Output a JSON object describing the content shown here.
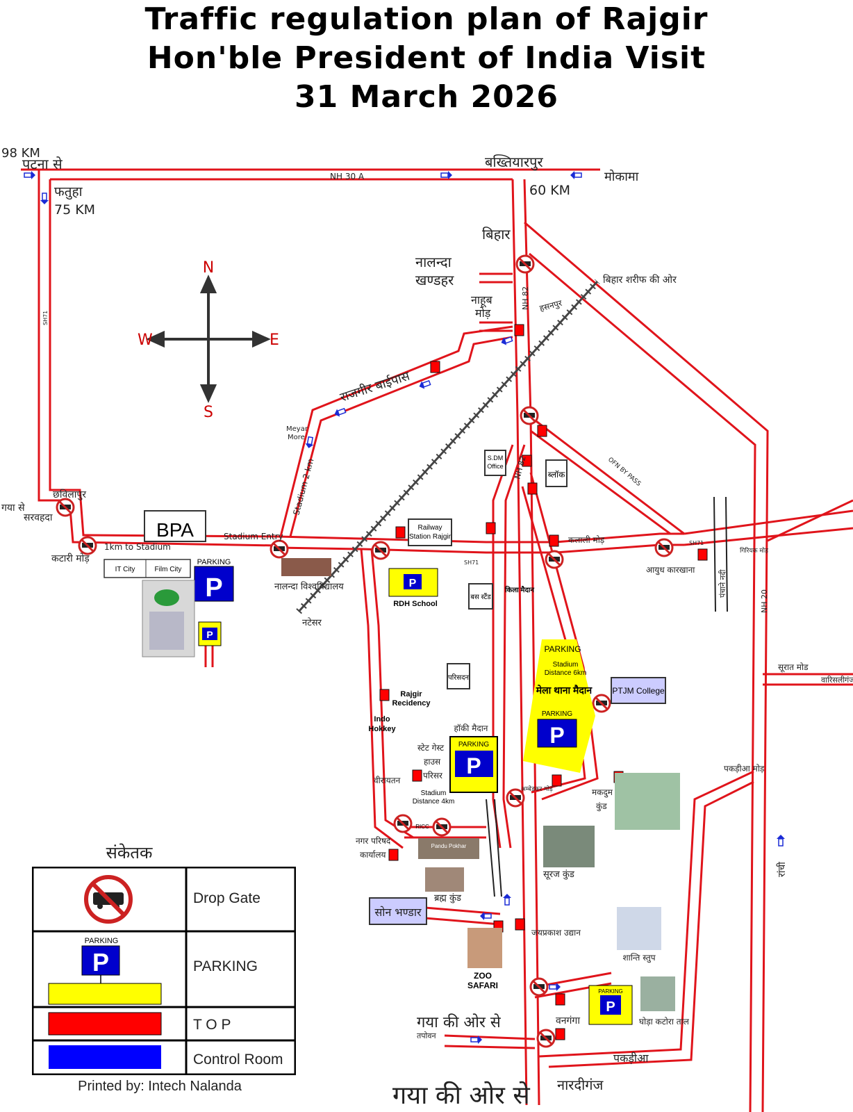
{
  "title": {
    "line1": "Traffic regulation plan of Rajgir",
    "line2": "Hon'ble President of India Visit",
    "line3": "31 March 2026"
  },
  "colors": {
    "road": "#e0141b",
    "top": "#ff0000",
    "control_room": "#0000ff",
    "parking_yellow": "#ffff00",
    "parking_blue": "#0000cc",
    "label_box": "#ccccff",
    "compass": "#cc0000"
  },
  "compass": {
    "north": "N",
    "south": "S",
    "east": "E",
    "west": "W"
  },
  "labels": {
    "km98": "98 KM",
    "patna": "पटना से",
    "nh30a": "NH 30 A",
    "bakhtiyarpur": "बख्तियारपुर",
    "mokama": "मोकामा",
    "fatuha": "फतुहा",
    "km75": "75 KM",
    "km60": "60 KM",
    "bihar": "बिहार",
    "nalanda": "नालन्दा",
    "khandahar": "खण्डहर",
    "nahub": "नाहूब",
    "mod": "मोड़",
    "nh82": "NH 82",
    "hasanpur": "हसनपुर",
    "biharsharif": "बिहार शरीफ की ओर",
    "rajgir_bypass": "राजगीर बाईपास",
    "sh71_left": "SH71",
    "meyar": "Meyar",
    "more": "More",
    "stadium2km": "Stadium 2 km",
    "stadium_entry": "Stadium Entry",
    "chhabilapur": "छविलापुर",
    "gaya_se": "गया से",
    "sarwahada": "सरवहदा",
    "katari": "कटारी मोड़",
    "km1": "1km to Stadium",
    "bpa": "BPA",
    "it_city": "IT City",
    "film_city": "Film City",
    "parking_word": "PARKING",
    "p": "P",
    "nalanda_univ": "नालन्दा विश्वविद्यालय",
    "natesar": "नटेसर",
    "railway1": "Railway",
    "railway2": "Station Rajgir",
    "sdm1": "S.DM",
    "sdm2": "Office",
    "nh82b": "NH 82",
    "block": "ब्लॉक",
    "ofn": "OFN BY PASS",
    "kalali": "कलाली मोड़",
    "sh71": "SH71",
    "sh71b": "SH71",
    "aayudh": "आयुध कारखाना",
    "giriyak": "गिरियक मोड़",
    "panchane": "पंचाने नदी",
    "nh20": "NH 20",
    "rdh": "RDH School",
    "bus_stand": "बस स्टैंड",
    "kila": "किला मैदान",
    "parisdan": "परिसदन",
    "parking_stadium": "PARKING",
    "stadium_dist6": "Stadium",
    "dist6": "Distance 6km",
    "mela": "मेला थाना मैदान",
    "ptjm": "PTJM College",
    "surat": "सूरात मोड",
    "varisaliganj": "वारिसलीगंज",
    "rajgir_res1": "Rajgir",
    "rajgir_res2": "Recidency",
    "indo1": "Indo",
    "indo2": "Hokkey",
    "hockey": "हॉकी मैदान",
    "state1": "स्टेट गेस्ट",
    "state2": "हाउस",
    "parisar": "परिसर",
    "veerayatan": "वीरायतन",
    "stadium4_1": "Stadium",
    "stadium4_2": "Distance 4km",
    "ricc": "RICC",
    "ambedkar": "अम्बेडकर मोड़",
    "makdum1": "मकदुम",
    "makdum2": "कुंड",
    "pakdiya_mod": "पकड़ीआ मोड़",
    "ranchi": "रांची",
    "nagar1": "नगर परिषद",
    "nagar2": "कार्यालय",
    "pandu": "Pandu Pokhar",
    "suraj": "सूरज कुंड",
    "brahm": "ब्रह्म कुंड",
    "son": "सोन भण्डार",
    "jayprakash": "जयप्रकाश उद्यान",
    "shanti": "शान्ति स्तुप",
    "zoo1": "ZOO",
    "zoo2": "SAFARI",
    "vanganga": "वनगंगा",
    "ghoda": "घोड़ा कटोरा ताल",
    "gaya_or": "गया की ओर से",
    "tapovan": "तपोवन",
    "pakdiya": "पकड़ीआ",
    "gaya_big": "गया की ओर से",
    "nardiganj": "नारदीगंज"
  },
  "legend": {
    "title": "संकेतक",
    "drop_gate": "Drop Gate",
    "parking": "PARKING",
    "parking_small": "PARKING",
    "p": "P",
    "top": "T O P",
    "control_room": "Control Room"
  },
  "printed_by": "Printed by: Intech Nalanda"
}
